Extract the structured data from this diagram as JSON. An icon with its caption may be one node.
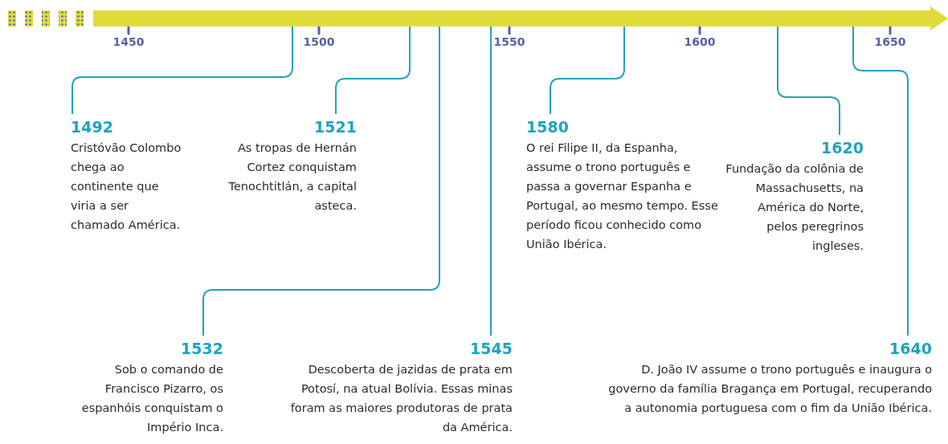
{
  "diagram": {
    "nodes": [
      {
        "text": [],
        "shape": "arrow"
      },
      {
        "text": [
          "1492",
          "Cristóvão Colombo chega ao continente que viria a ser chamado América."
        ]
      },
      {
        "text": [
          "1521",
          "As tropas de Hernán Cortez conquistam Tenochtitlán, a capital asteca."
        ]
      },
      {
        "text": [
          "1532",
          "Sob o comando de Francisco Pizarro, os espanhóis conquistam o Império Inca."
        ]
      },
      {
        "text": [
          "1545",
          "Descoberta de jazidas de prata em Potosí, na atual Bolívia. Essas minas foram as maiores produtoras de prata da América."
        ]
      },
      {
        "text": [
          "1580",
          "O rei Filipe II, da Espanha, assume o trono português e passa a governar Espanha e Portugal, ao mesmo tempo. Esse período ficou conhecido como União Ibérica."
        ]
      },
      {
        "text": [
          "1620",
          "Fundação da colônia de Massachusetts, na América do Norte, pelos peregrinos ingleses."
        ]
      },
      {
        "text": [
          "1640",
          "D. João IV assume o trono português e inaugura o governo da família Bragança em Portugal, recuperando a autonomia portuguesa com o fim da União Ibérica."
        ]
      }
    ],
    "edges": [
      {
        "from": 0,
        "to": 1,
        "arrow": "none"
      },
      {
        "from": 0,
        "to": 2,
        "arrow": "none"
      },
      {
        "from": 0,
        "to": 3,
        "arrow": "none"
      },
      {
        "from": 0,
        "to": 4,
        "arrow": "none"
      },
      {
        "from": 0,
        "to": 5,
        "arrow": "none"
      },
      {
        "from": 0,
        "to": 6,
        "arrow": "none"
      },
      {
        "from": 0,
        "to": 7,
        "arrow": "none"
      }
    ],
    "labels": [
      "1450",
      "1500",
      "1550",
      "1600",
      "1650"
    ]
  }
}
